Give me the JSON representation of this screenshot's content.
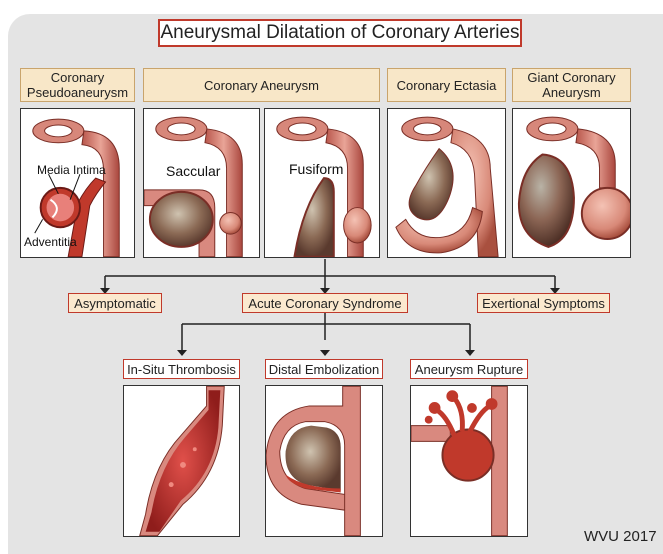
{
  "title": "Aneurysmal Dilatation of Coronary Arteries",
  "headers": {
    "pseudo": "Coronary Pseudoaneurysm",
    "aneurysm": "Coronary Aneurysm",
    "ectasia": "Coronary Ectasia",
    "giant": "Giant Coronary Aneurysm"
  },
  "vessel_labels": {
    "media": "Media",
    "intima": "Intima",
    "adventitia": "Adventitia",
    "saccular": "Saccular",
    "fusiform": "Fusiform"
  },
  "outcomes": {
    "asymptomatic": "Asymptomatic",
    "acs": "Acute Coronary Syndrome",
    "exertional": "Exertional Symptoms"
  },
  "complications": {
    "thrombosis": "In-Situ Thrombosis",
    "embolization": "Distal Embolization",
    "rupture": "Aneurysm Rupture"
  },
  "credit": "WVU 2017",
  "colors": {
    "frame_border": "#c0392b",
    "header_fill": "#f8e7c8",
    "vessel_red": "#c0392b",
    "vessel_pink": "#d9897f",
    "panel_gray": "#e4e4e4"
  }
}
